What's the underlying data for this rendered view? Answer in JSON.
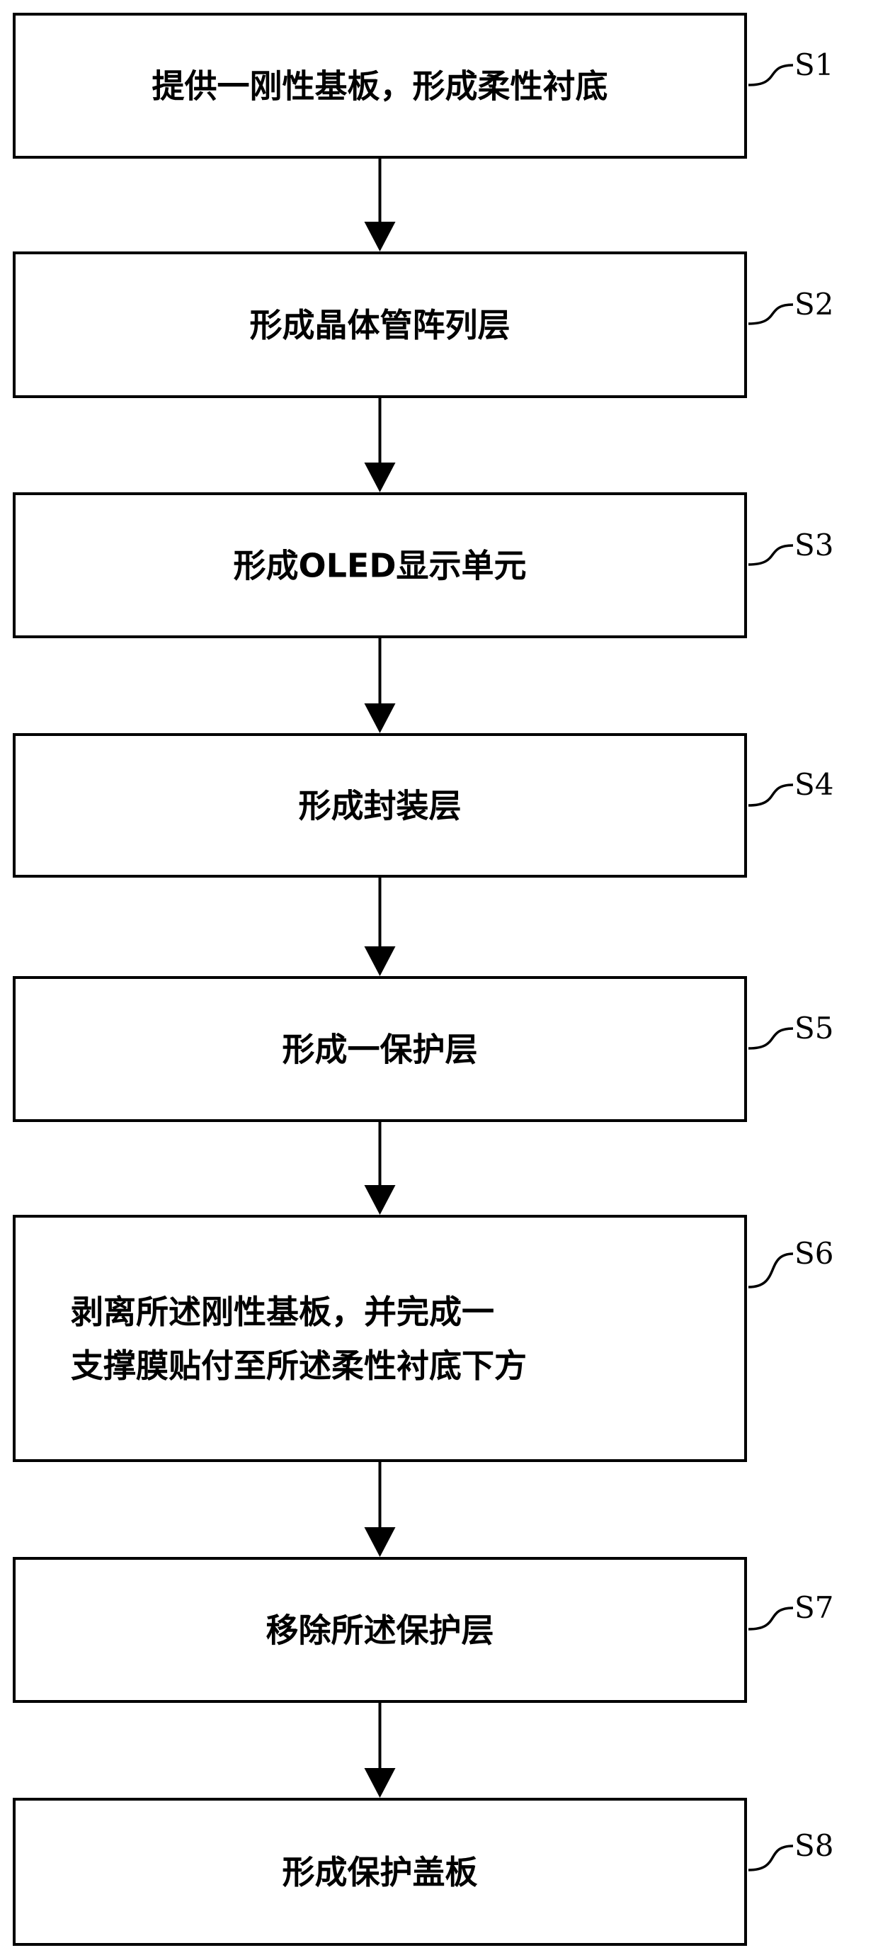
{
  "steps": [
    {
      "label": "S1",
      "lines": [
        "提供一刚性基板，形成柔性衬底"
      ]
    },
    {
      "label": "S2",
      "lines": [
        "形成晶体管阵列层"
      ]
    },
    {
      "label": "S3",
      "lines": [
        "形成OLED显示单元"
      ]
    },
    {
      "label": "S4",
      "lines": [
        "形成封装层"
      ]
    },
    {
      "label": "S5",
      "lines": [
        "形成一保护层"
      ]
    },
    {
      "label": "S6",
      "lines": [
        "剥离所述刚性基板，并完成一",
        "支撑膜贴付至所述柔性衬底下方"
      ]
    },
    {
      "label": "S7",
      "lines": [
        "移除所述保护层"
      ]
    },
    {
      "label": "S8",
      "lines": [
        "形成保护盖板"
      ]
    }
  ]
}
